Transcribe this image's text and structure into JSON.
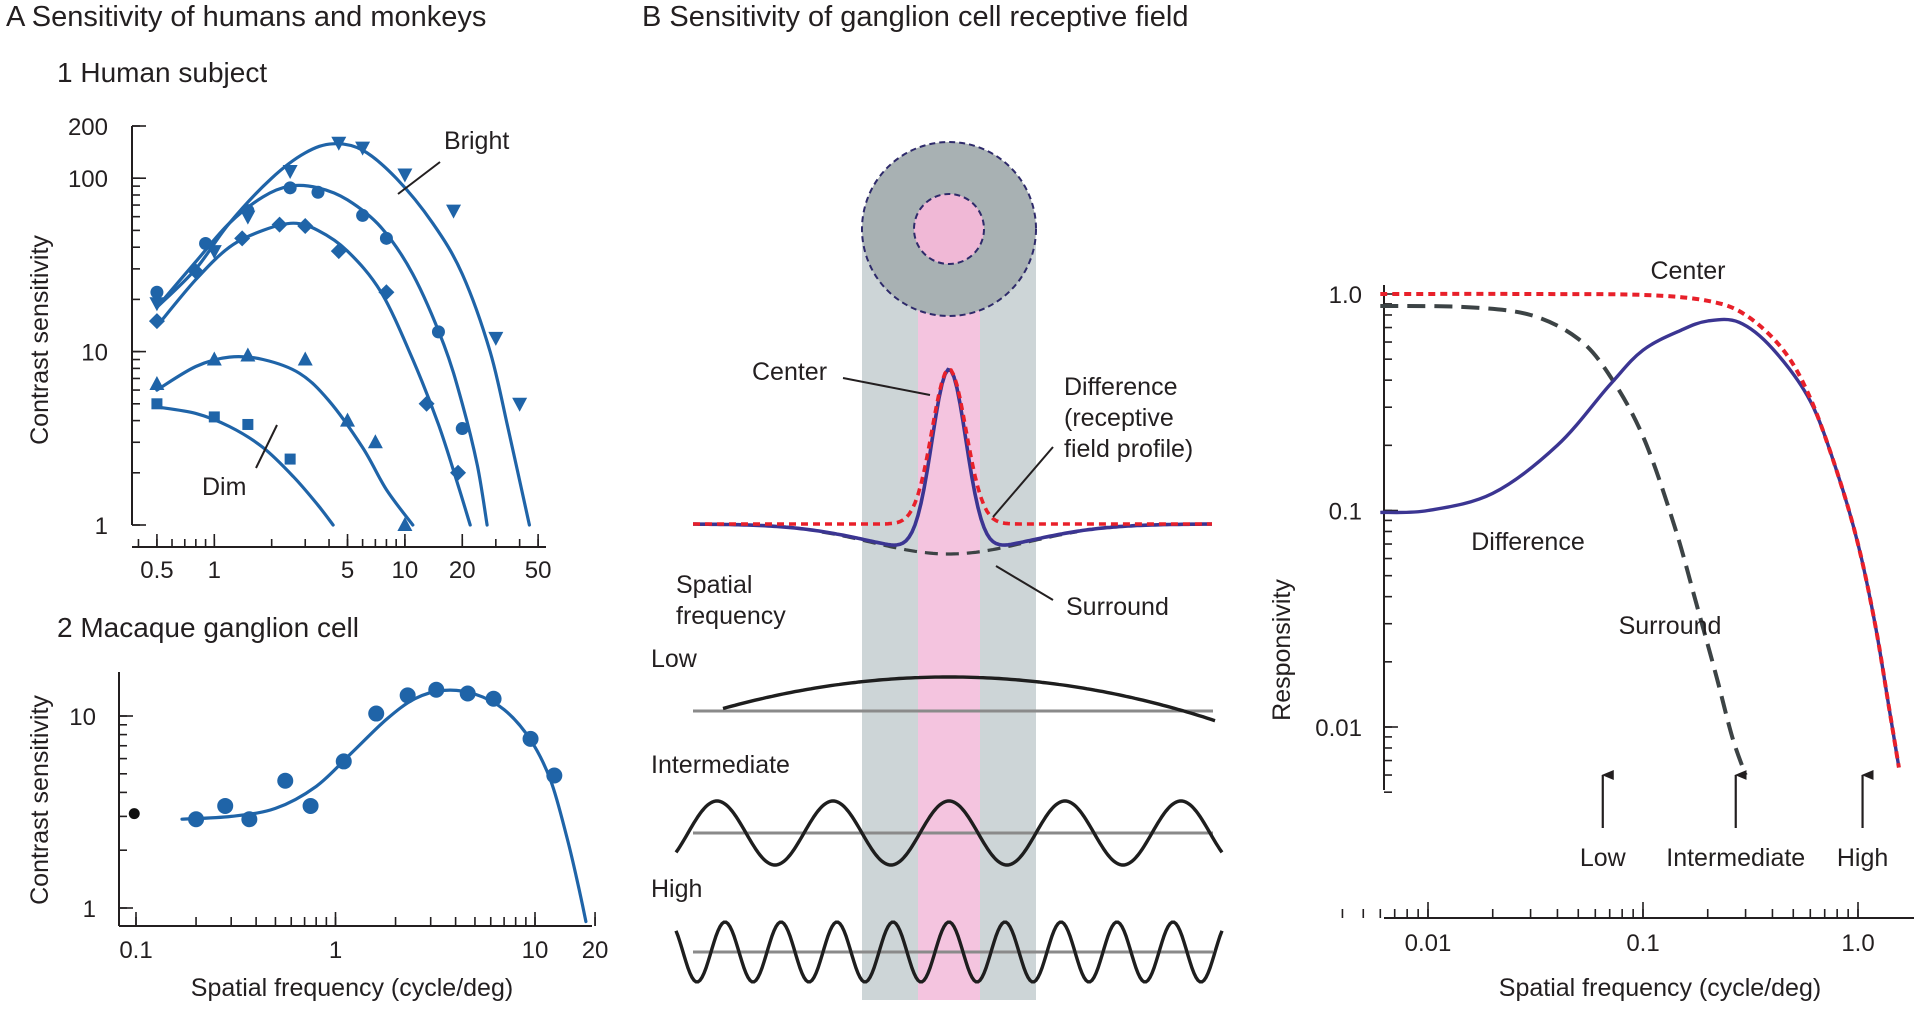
{
  "panel_a": {
    "title": "A  Sensitivity of humans and monkeys",
    "sub1": "1  Human subject",
    "sub2": "2  Macaque ganglion cell",
    "ylabel": "Contrast sensitivity",
    "xlabel": "Spatial frequency (cycle/deg)",
    "label_bright": "Bright",
    "label_dim": "Dim"
  },
  "panel_b": {
    "title": "B  Sensitivity of ganglion cell receptive field",
    "lbl_center": "Center",
    "lbl_difference": "Difference\n(receptive\nfield profile)",
    "lbl_surround": "Surround",
    "lbl_spatial_frequency": "Spatial\nfrequency",
    "lbl_low": "Low",
    "lbl_intermediate": "Intermediate",
    "lbl_high": "High"
  },
  "colors": {
    "blue": "#1f64a8",
    "navy": "#3b3592",
    "red": "#e8202a",
    "darkgray": "#3c4345",
    "ring_gray": "#a8b1b3",
    "column_gray": "#cdd5d7",
    "pink": "#f4c4df",
    "black": "#231f20"
  },
  "chart_data": [
    {
      "type": "scatter",
      "title": "1  Human subject",
      "xlabel": "",
      "ylabel": "Contrast sensitivity",
      "xscale": "log",
      "yscale": "log",
      "xlim": [
        0.3,
        60
      ],
      "ylim": [
        1,
        200
      ],
      "x_ticks": [
        0.5,
        1,
        5,
        10,
        20,
        50
      ],
      "y_ticks": [
        1,
        10,
        100,
        200
      ],
      "annotations": [
        "Bright",
        "Dim"
      ],
      "series": [
        {
          "marker": "triangle-down",
          "points": [
            [
              0.5,
              19
            ],
            [
              1,
              38
            ],
            [
              1.5,
              60
            ],
            [
              2.5,
              110
            ],
            [
              4.5,
              160
            ],
            [
              6,
              150
            ],
            [
              10,
              105
            ],
            [
              18,
              65
            ],
            [
              30,
              12
            ],
            [
              40,
              5
            ]
          ],
          "curve": [
            [
              0.5,
              18
            ],
            [
              0.8,
              30
            ],
            [
              1.2,
              55
            ],
            [
              2,
              100
            ],
            [
              3,
              140
            ],
            [
              4.2,
              158
            ],
            [
              6,
              145
            ],
            [
              9,
              100
            ],
            [
              14,
              55
            ],
            [
              20,
              28
            ],
            [
              28,
              10
            ],
            [
              35,
              3.5
            ],
            [
              45,
              1
            ]
          ]
        },
        {
          "marker": "circle",
          "points": [
            [
              0.5,
              22
            ],
            [
              0.9,
              42
            ],
            [
              1.5,
              65
            ],
            [
              2.5,
              88
            ],
            [
              3.5,
              83
            ],
            [
              6,
              61
            ],
            [
              8,
              45
            ],
            [
              15,
              13
            ],
            [
              20,
              3.6
            ]
          ],
          "curve": [
            [
              0.5,
              18
            ],
            [
              0.8,
              33
            ],
            [
              1.2,
              55
            ],
            [
              1.8,
              78
            ],
            [
              2.5,
              90
            ],
            [
              3.5,
              88
            ],
            [
              5,
              75
            ],
            [
              7.5,
              52
            ],
            [
              11,
              28
            ],
            [
              16,
              11
            ],
            [
              20,
              5
            ],
            [
              24,
              2.2
            ],
            [
              27,
              1
            ]
          ]
        },
        {
          "marker": "diamond",
          "points": [
            [
              0.5,
              15
            ],
            [
              0.8,
              29
            ],
            [
              1.4,
              45
            ],
            [
              2.2,
              54
            ],
            [
              3,
              53
            ],
            [
              4.5,
              38
            ],
            [
              8,
              22
            ],
            [
              13,
              5
            ],
            [
              19,
              2
            ]
          ],
          "curve": [
            [
              0.5,
              14
            ],
            [
              0.8,
              26
            ],
            [
              1.2,
              40
            ],
            [
              1.8,
              50
            ],
            [
              2.6,
              55
            ],
            [
              3.5,
              50
            ],
            [
              5,
              38
            ],
            [
              7.5,
              22
            ],
            [
              11,
              9
            ],
            [
              15,
              3.8
            ],
            [
              19,
              1.7
            ],
            [
              22,
              1
            ]
          ]
        },
        {
          "marker": "triangle-up",
          "points": [
            [
              0.5,
              6.5
            ],
            [
              1,
              9
            ],
            [
              1.5,
              9.5
            ],
            [
              3,
              9
            ],
            [
              5,
              4
            ],
            [
              7,
              3
            ],
            [
              10,
              1
            ]
          ],
          "curve": [
            [
              0.5,
              6
            ],
            [
              0.8,
              8.2
            ],
            [
              1.2,
              9.3
            ],
            [
              1.8,
              9
            ],
            [
              2.8,
              7.5
            ],
            [
              4,
              5.2
            ],
            [
              6,
              2.8
            ],
            [
              8,
              1.6
            ],
            [
              11,
              1
            ]
          ]
        },
        {
          "marker": "square",
          "points": [
            [
              0.5,
              5
            ],
            [
              1,
              4.2
            ],
            [
              1.5,
              3.8
            ],
            [
              2.5,
              2.4
            ]
          ],
          "curve": [
            [
              0.5,
              4.8
            ],
            [
              0.8,
              4.4
            ],
            [
              1.2,
              3.7
            ],
            [
              1.8,
              2.8
            ],
            [
              2.6,
              1.9
            ],
            [
              3.5,
              1.3
            ],
            [
              4.2,
              1
            ]
          ]
        }
      ]
    },
    {
      "type": "scatter",
      "title": "2  Macaque ganglion cell",
      "xlabel": "Spatial frequency (cycle/deg)",
      "ylabel": "Contrast sensitivity",
      "xscale": "log",
      "yscale": "log",
      "xlim": [
        0.08,
        20
      ],
      "ylim": [
        0.85,
        16
      ],
      "x_ticks": [
        0.1,
        1,
        10,
        20
      ],
      "y_ticks": [
        1,
        10
      ],
      "series": [
        {
          "marker": "circle",
          "points": [
            [
              0.2,
              2.9
            ],
            [
              0.28,
              3.4
            ],
            [
              0.37,
              2.9
            ],
            [
              0.56,
              4.6
            ],
            [
              0.75,
              3.4
            ],
            [
              1.1,
              5.8
            ],
            [
              1.6,
              10.3
            ],
            [
              2.3,
              12.8
            ],
            [
              3.2,
              13.7
            ],
            [
              4.6,
              13.1
            ],
            [
              6.2,
              12.3
            ],
            [
              9.5,
              7.6
            ],
            [
              12.5,
              4.9
            ]
          ],
          "curve": [
            [
              0.17,
              2.9
            ],
            [
              0.3,
              3.0
            ],
            [
              0.5,
              3.3
            ],
            [
              0.8,
              4.3
            ],
            [
              1.2,
              6.4
            ],
            [
              1.8,
              9.6
            ],
            [
              2.5,
              12.3
            ],
            [
              3.5,
              13.6
            ],
            [
              5,
              13
            ],
            [
              7,
              10.8
            ],
            [
              9.5,
              7.5
            ],
            [
              12,
              4.6
            ],
            [
              14.5,
              2.3
            ],
            [
              16.5,
              1.3
            ],
            [
              18,
              0.85
            ]
          ]
        },
        {
          "marker": "small-dot",
          "points": [
            [
              0.098,
              3.1
            ]
          ]
        }
      ]
    },
    {
      "type": "line",
      "title": "",
      "xlabel": "Spatial frequency (cycle/deg)",
      "ylabel": "Responsivity",
      "xscale": "log",
      "yscale": "log",
      "xlim": [
        0.004,
        2
      ],
      "ylim": [
        0.0045,
        1.15
      ],
      "x_ticks": [
        0.01,
        0.1,
        1.0
      ],
      "y_ticks": [
        0.01,
        0.1,
        1.0
      ],
      "arrows": [
        {
          "x": 0.065,
          "label": "Low"
        },
        {
          "x": 0.27,
          "label": "Intermediate"
        },
        {
          "x": 1.05,
          "label": "High"
        }
      ],
      "series": [
        {
          "name": "Center",
          "style": "red-dotted",
          "points": [
            [
              0.006,
              1
            ],
            [
              0.03,
              1
            ],
            [
              0.1,
              0.99
            ],
            [
              0.2,
              0.93
            ],
            [
              0.3,
              0.8
            ],
            [
              0.45,
              0.55
            ],
            [
              0.6,
              0.33
            ],
            [
              0.8,
              0.15
            ],
            [
              1.0,
              0.07
            ],
            [
              1.2,
              0.03
            ],
            [
              1.4,
              0.012
            ],
            [
              1.55,
              0.0065
            ]
          ]
        },
        {
          "name": "Surround",
          "style": "gray-dashed",
          "points": [
            [
              0.006,
              0.88
            ],
            [
              0.015,
              0.87
            ],
            [
              0.03,
              0.8
            ],
            [
              0.05,
              0.62
            ],
            [
              0.07,
              0.42
            ],
            [
              0.1,
              0.22
            ],
            [
              0.14,
              0.085
            ],
            [
              0.18,
              0.035
            ],
            [
              0.22,
              0.017
            ],
            [
              0.26,
              0.009
            ],
            [
              0.3,
              0.006
            ]
          ]
        },
        {
          "name": "Difference",
          "style": "navy-solid",
          "points": [
            [
              0.006,
              0.098
            ],
            [
              0.01,
              0.1
            ],
            [
              0.02,
              0.12
            ],
            [
              0.04,
              0.2
            ],
            [
              0.07,
              0.38
            ],
            [
              0.1,
              0.55
            ],
            [
              0.15,
              0.68
            ],
            [
              0.2,
              0.75
            ],
            [
              0.28,
              0.74
            ],
            [
              0.4,
              0.56
            ],
            [
              0.6,
              0.32
            ],
            [
              0.8,
              0.15
            ],
            [
              1.0,
              0.07
            ],
            [
              1.2,
              0.03
            ],
            [
              1.4,
              0.012
            ],
            [
              1.55,
              0.0065
            ]
          ]
        }
      ]
    }
  ]
}
